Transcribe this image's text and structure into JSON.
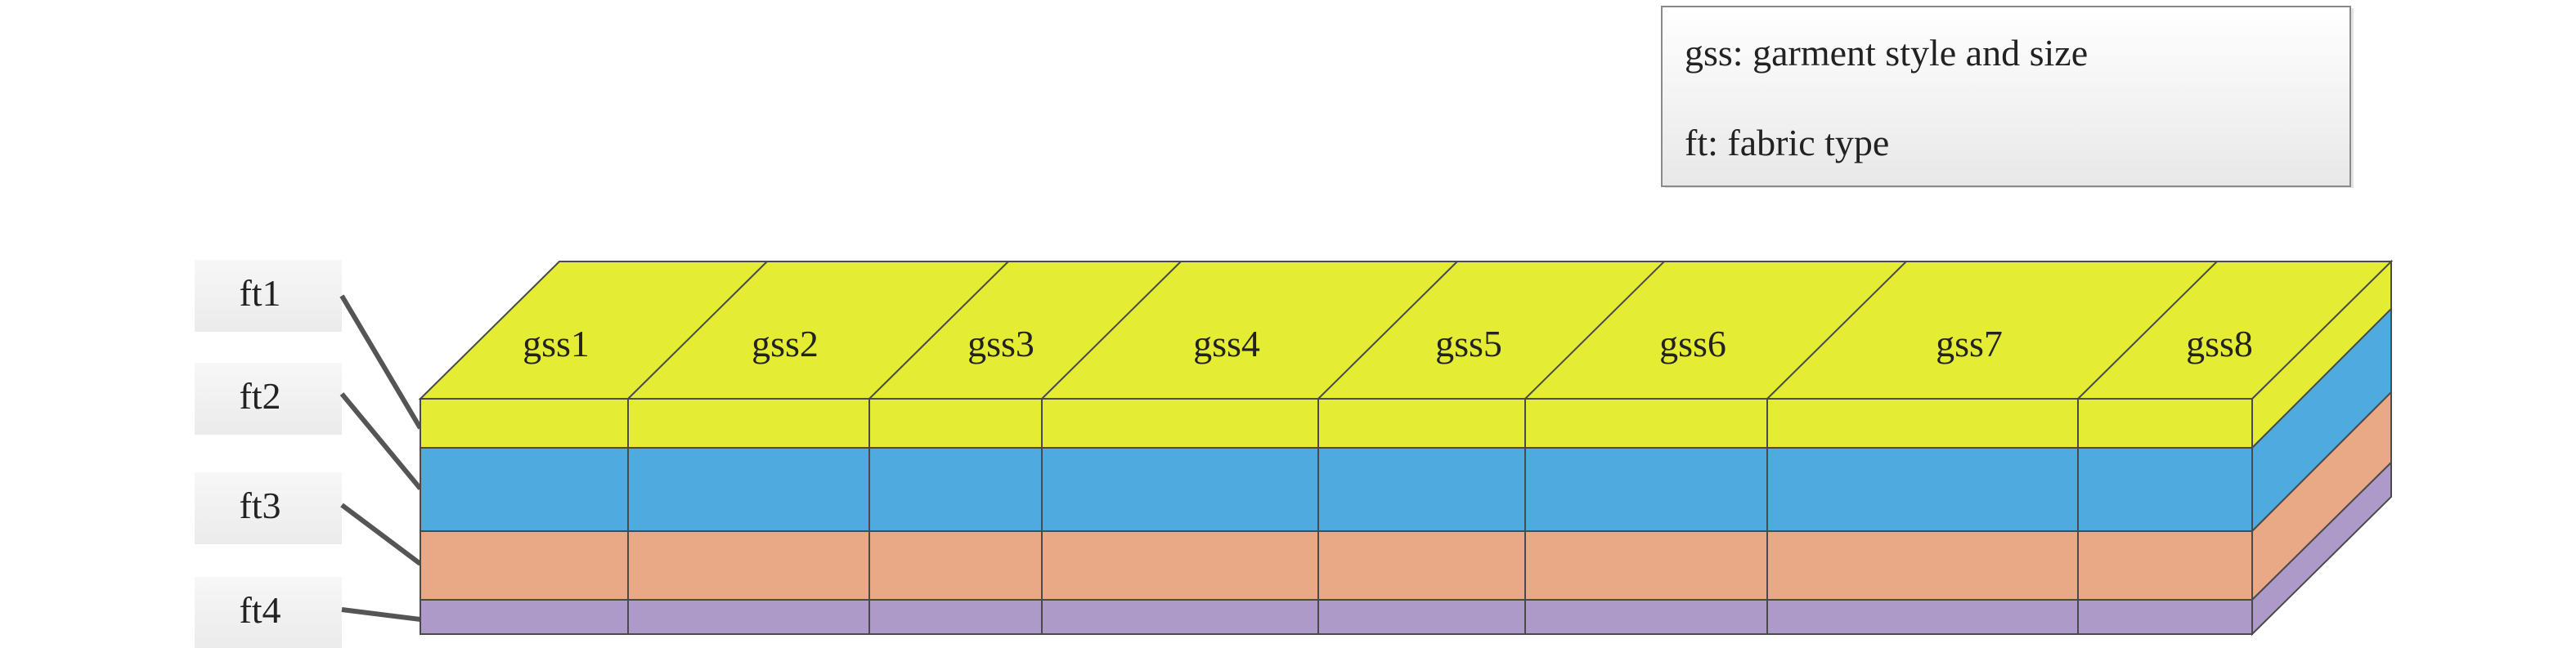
{
  "legend": {
    "line1": "gss: garment style and size",
    "line2": "ft: fabric type"
  },
  "fabric_labels": [
    "ft1",
    "ft2",
    "ft3",
    "ft4"
  ],
  "gss_labels": [
    "gss1",
    "gss2",
    "gss3",
    "gss4",
    "gss5",
    "gss6",
    "gss7",
    "gss8"
  ],
  "colors": {
    "ft1": "#e5ec34",
    "ft2": "#4eaadf",
    "ft3": "#e9a987",
    "ft4": "#ad9ac9",
    "outline": "#4a4a4a"
  }
}
